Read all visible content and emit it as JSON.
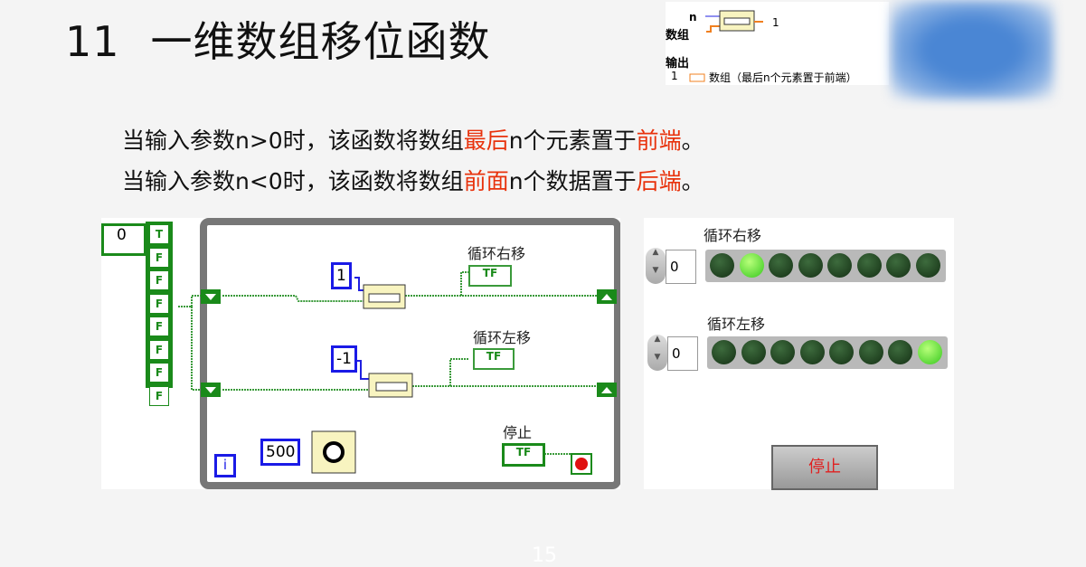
{
  "slide": {
    "number": "11",
    "title": "一维数组移位函数",
    "page": "15"
  },
  "desc": {
    "line1": {
      "a": "当输入参数n>0时，该函数将数组",
      "b": "最后",
      "c": "n个元素置于",
      "d": "前端",
      "e": "。"
    },
    "line2": {
      "a": "当输入参数n<0时，该函数将数组",
      "b": "前面",
      "c": "n个数据置于",
      "d": "后端",
      "e": "。"
    },
    "highlight_color": "#e8320c"
  },
  "ref": {
    "n": "n",
    "array": "数组",
    "out_num": "1",
    "output_header": "输出",
    "output_item": "1",
    "output_desc": "数组（最后n个元素置于前端）"
  },
  "diagram": {
    "array_index": "0",
    "array_values": [
      "T",
      "F",
      "F",
      "F",
      "F",
      "F",
      "F",
      "F"
    ],
    "const_right": "1",
    "const_left": "-1",
    "wait_ms": "500",
    "ind_right_label": "循环右移",
    "ind_left_label": "循环左移",
    "stop_label": "停止",
    "tf": "TF",
    "iter": "i"
  },
  "panel": {
    "right": {
      "label": "循环右移",
      "index": "0",
      "leds": [
        false,
        true,
        false,
        false,
        false,
        false,
        false,
        false
      ]
    },
    "left": {
      "label": "循环左移",
      "index": "0",
      "leds": [
        false,
        false,
        false,
        false,
        false,
        false,
        false,
        true
      ]
    },
    "stop_button": "停止"
  }
}
